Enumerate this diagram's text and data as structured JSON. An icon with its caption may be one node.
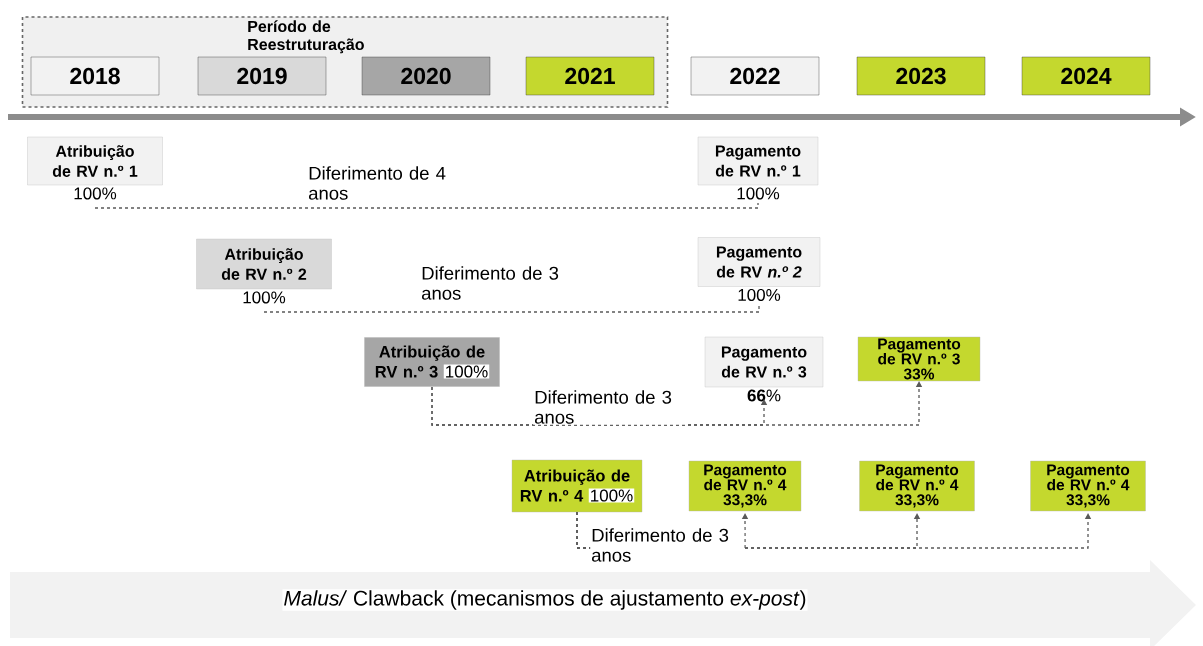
{
  "diagram": {
    "nodes": [
      {
        "text": [
          "Período de Reestruturação"
        ]
      },
      {
        "text": [
          "2018"
        ],
        "in": 0
      },
      {
        "text": [
          "2019"
        ],
        "in": 0
      },
      {
        "text": [
          "2020"
        ],
        "in": 0
      },
      {
        "text": [
          "2021"
        ],
        "in": 0
      },
      {
        "text": [
          "2022"
        ]
      },
      {
        "text": [
          "2023"
        ]
      },
      {
        "text": [
          "2024"
        ]
      },
      {
        "text": [
          "Atribuição de RV n.º 1"
        ],
        "beside": [
          "100%"
        ]
      },
      {
        "text": [
          "Pagamento de RV n.º 1"
        ],
        "beside": [
          "100%"
        ]
      },
      {
        "text": [
          "Atribuição de RV n.º 2"
        ],
        "beside": [
          "100%"
        ]
      },
      {
        "text": [
          "Pagamento de RV *n.º 2*"
        ],
        "beside": [
          "100%"
        ]
      },
      {
        "text": [
          "Atribuição de RV n.º 3",
          "100%"
        ]
      },
      {
        "text": [
          "Pagamento de RV n.º 3"
        ],
        "beside": [
          "**66**%"
        ]
      },
      {
        "text": [
          "Pagamento de RV n.º 3",
          "33%"
        ]
      },
      {
        "text": [
          "Atribuição de RV n.º 4",
          "100%"
        ]
      },
      {
        "text": [
          "Pagamento de RV n.º 4",
          "33,3%"
        ]
      },
      {
        "text": [
          "Pagamento de RV n.º 4",
          "33,3%"
        ]
      },
      {
        "text": [
          "Pagamento de RV n.º 4",
          "33,3%"
        ]
      },
      {
        "text": [
          "*Malus/* Clawback (mecanismos de ajustamento *ex-post*)"
        ]
      }
    ],
    "edges": [
      {
        "from": 8,
        "to": 9,
        "arrow": "none",
        "style": "dashed",
        "label": "Diferimento de 4 anos"
      },
      {
        "from": 10,
        "to": 11,
        "arrow": "none",
        "style": "dashed",
        "label": "Diferimento de 3 anos"
      },
      {
        "from": 12,
        "to": 13,
        "arrow": "to",
        "style": "dashed",
        "label": "Diferimento de 3 anos"
      },
      {
        "from": 12,
        "to": 14,
        "arrow": "to",
        "style": "dashed"
      },
      {
        "from": 15,
        "to": 16,
        "arrow": "to",
        "style": "dashed",
        "label": "Diferimento de 3 anos"
      },
      {
        "from": 15,
        "to": 17,
        "arrow": "to",
        "style": "dashed"
      },
      {
        "from": 15,
        "to": 18,
        "arrow": "to",
        "style": "dashed"
      }
    ]
  }
}
